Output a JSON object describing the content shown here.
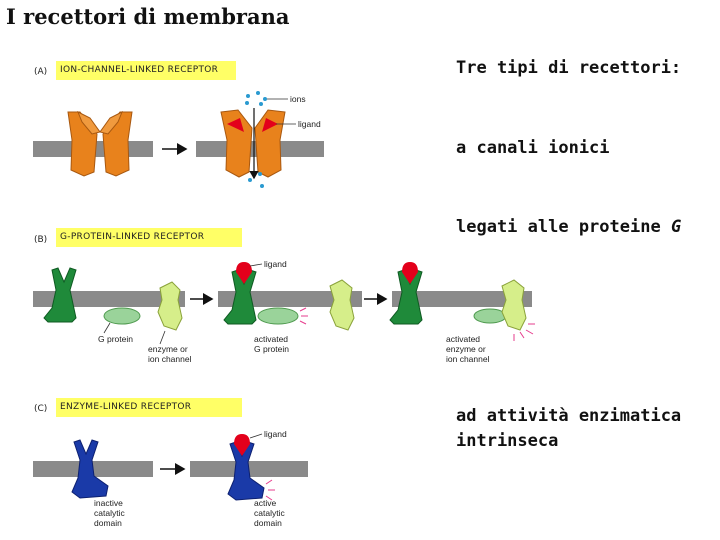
{
  "title": "I recettori di membrana",
  "panels": [
    {
      "letter": "(A)",
      "label": "ION-CHANNEL-LINKED RECEPTOR",
      "callouts": {
        "ions": "ions",
        "ligand": "ligand"
      }
    },
    {
      "letter": "(B)",
      "label": "G-PROTEIN-LINKED RECEPTOR",
      "callouts": {
        "ligand": "ligand",
        "g_protein": "G protein",
        "enzyme_1": "enzyme or",
        "enzyme_2": "ion channel",
        "activated_g_1": "activated",
        "activated_g_2": "G protein",
        "activated_e_1": "activated",
        "activated_e_2": "enzyme or",
        "activated_e_3": "ion channel"
      }
    },
    {
      "letter": "(C)",
      "label": "ENZYME-LINKED RECEPTOR",
      "callouts": {
        "ligand": "ligand",
        "inactive_1": "inactive",
        "inactive_2": "catalytic",
        "inactive_3": "domain",
        "active_1": "active",
        "active_2": "catalytic",
        "active_3": "domain"
      }
    }
  ],
  "side_text": {
    "heading": "Tre tipi di recettori:",
    "item1": "a canali ionici",
    "item2": "legati alle proteine ",
    "item2_g": "G",
    "item3_line1": "ad attività enzimatica",
    "item3_line2": "intrinseca"
  },
  "colors": {
    "membrane": "#8a8a8a",
    "label_bg": "#ffff66",
    "channel": "#e8821c",
    "ligand": "#e3001b",
    "g_receptor": "#1f8a3a",
    "g_protein": "#9ad39a",
    "effector": "#d6ee8a",
    "enzyme_receptor": "#1a3aa8",
    "activation": "#e63c8c"
  }
}
